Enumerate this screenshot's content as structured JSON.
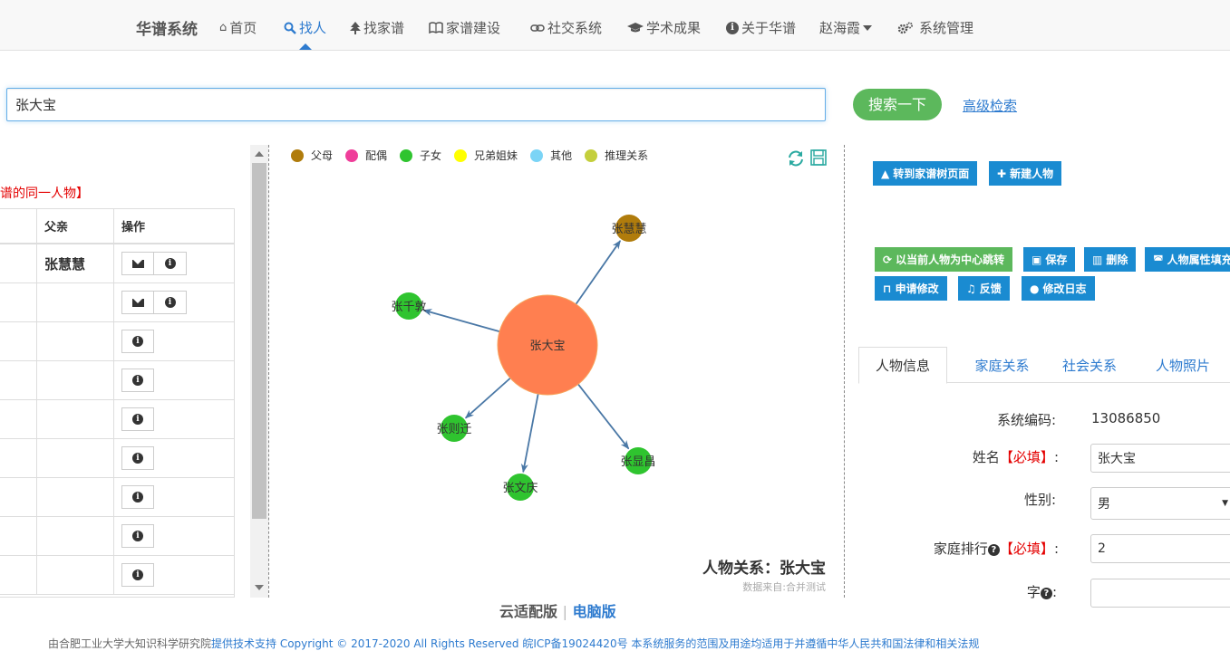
{
  "nav": {
    "brand": "华谱系统",
    "items": [
      {
        "label": "首页",
        "icon": "home-icon"
      },
      {
        "label": "找人",
        "icon": "search-icon"
      },
      {
        "label": "找家谱",
        "icon": "tree-icon"
      },
      {
        "label": "家谱建设",
        "icon": "book-icon"
      },
      {
        "label": "社交系统",
        "icon": "link-icon"
      },
      {
        "label": "学术成果",
        "icon": "graduation-cap-icon"
      },
      {
        "label": "关于华谱",
        "icon": "info-circle-icon"
      },
      {
        "label": "赵海霞",
        "icon": "caret-down-icon"
      },
      {
        "label": "系统管理",
        "icon": "gears-icon"
      }
    ]
  },
  "search": {
    "value": "张大宝",
    "button": "搜索一下",
    "advanced": "高级检索"
  },
  "left": {
    "notice": "谱的同一人物】",
    "headers": [
      "父亲",
      "操作"
    ],
    "first_father": "张慧慧"
  },
  "graph": {
    "legend": [
      {
        "label": "父母",
        "color": "#b07c0c"
      },
      {
        "label": "配偶",
        "color": "#ef3e9a"
      },
      {
        "label": "子女",
        "color": "#2fc42f"
      },
      {
        "label": "兄弟姐妹",
        "color": "#ffff00"
      },
      {
        "label": "其他",
        "color": "#7bd4f6"
      },
      {
        "label": "推理关系",
        "color": "#c4cf3c"
      }
    ],
    "center": "张大宝",
    "nodes": [
      {
        "label": "张慧慧",
        "type": "父母"
      },
      {
        "label": "张千敦",
        "type": "子女"
      },
      {
        "label": "张则迁",
        "type": "子女"
      },
      {
        "label": "张文庆",
        "type": "子女"
      },
      {
        "label": "张显昌",
        "type": "子女"
      }
    ],
    "title": "人物关系：张大宝",
    "source": "数据来自:合并测试"
  },
  "right": {
    "buttons_top": [
      "转到家谱树页面",
      "新建人物"
    ],
    "buttons_row1": [
      "以当前人物为中心跳转",
      "保存",
      "删除",
      "人物属性填充"
    ],
    "buttons_row2": [
      "申请修改",
      "反馈",
      "修改日志"
    ],
    "tabs": [
      "人物信息",
      "家庭关系",
      "社会关系",
      "人物照片"
    ],
    "form": {
      "code_label": "系统编码:",
      "code_value": "13086850",
      "name_label": "姓名",
      "required": "【必填】",
      "colon": ":",
      "name_value": "张大宝",
      "gender_label": "性别:",
      "gender_value": "男",
      "rank_label": "家庭排行",
      "rank_value": "2",
      "zi_label": "字"
    }
  },
  "footer": {
    "cloud": "云适配版",
    "sep": "|",
    "pc": "电脑版",
    "copy_a": "由合肥工业大学大知识科学研究院",
    "copy_b": "提供技术支持 Copyright © 2017-2020 All Rights Reserved 皖ICP备19024420号 本系统服务的范围及用途均适用于并遵循中华人民共和国法律和相关法规"
  }
}
